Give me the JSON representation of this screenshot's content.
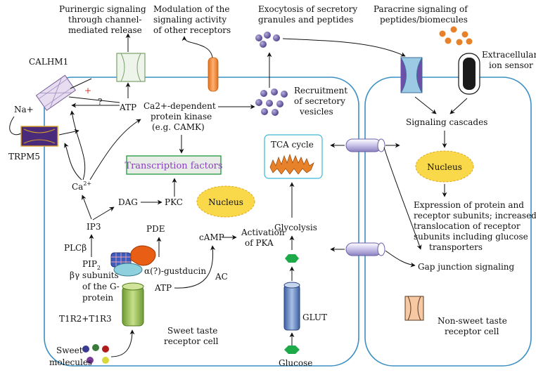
{
  "labels": {
    "purinergic": [
      "Purinergic signaling",
      "through channel-",
      "mediated release"
    ],
    "modulation": [
      "Modulation of the",
      "signaling activity",
      "of other receptors"
    ],
    "exocytosis": [
      "Exocytosis of secretory",
      "granules and peptides"
    ],
    "paracrine": [
      "Paracrine signaling of",
      "peptides/biomecules"
    ],
    "extracellular_sensor": [
      "Extracellular",
      "ion sensor"
    ],
    "calhm1": "CALHM1",
    "na_plus": "Na+",
    "trpm5": "TRPM5",
    "atp_top": "ATP",
    "question": "?",
    "plus_sign": "+",
    "kinase": [
      "Ca2+-dependent",
      "protein kinase",
      "(e.g. CAMK)"
    ],
    "recruitment": [
      "Recruitment",
      "of secretory",
      "vesicles"
    ],
    "tca_cycle": "TCA cycle",
    "signaling_cascades": "Signaling cascades",
    "nucleus_left": "Nucleus",
    "nucleus_right": "Nucleus",
    "transcription_factors": "Transcription factors",
    "ca2": "Ca",
    "ca2_sup": "2+",
    "dag": "DAG",
    "pkc": "PKC",
    "ip3": "IP3",
    "pde": "PDE",
    "camp": "cAMP",
    "activation_pka": [
      "Activation",
      "of PKA"
    ],
    "glycolysis": "Glycolysis",
    "expression": [
      "Expression of protein and",
      "receptor subunits; increased",
      "translocation of receptor",
      "subunits including glucose",
      "transporters"
    ],
    "plcb": "PLCβ",
    "pip2": "PIP",
    "pip2_sub": "2",
    "beta_gamma": [
      "βγ subunits",
      "of the G-",
      "protein"
    ],
    "gustducin": "α(?)-gustducin",
    "ac": "AC",
    "atp_bottom": "ATP",
    "gap_junction": "Gap junction signaling",
    "t1r2_t1r3": "T1R2+T1R3",
    "sweet_cell": [
      "Sweet taste",
      "receptor cell"
    ],
    "glut": "GLUT",
    "non_sweet_cell": [
      "Non-sweet taste",
      "receptor cell"
    ],
    "sweet_molecules": [
      "Sweet",
      "molecules"
    ],
    "glucose": "Glucose"
  },
  "colors": {
    "cell_membrane": "#3b8fc3",
    "orange_receptor": "#f08a3c",
    "vesicle": "#6a5a9e",
    "nucleus_fill": "#f9d84a",
    "tf_border": "#2e9e4a",
    "tf_fill": "#e9ede7",
    "tca_fill": "#e8822a",
    "glut_blue": "#5579b8",
    "green_receptor": "#8fb848",
    "glucose_green": "#1faa4a",
    "trpm5_purple": "#4a2a7a"
  }
}
